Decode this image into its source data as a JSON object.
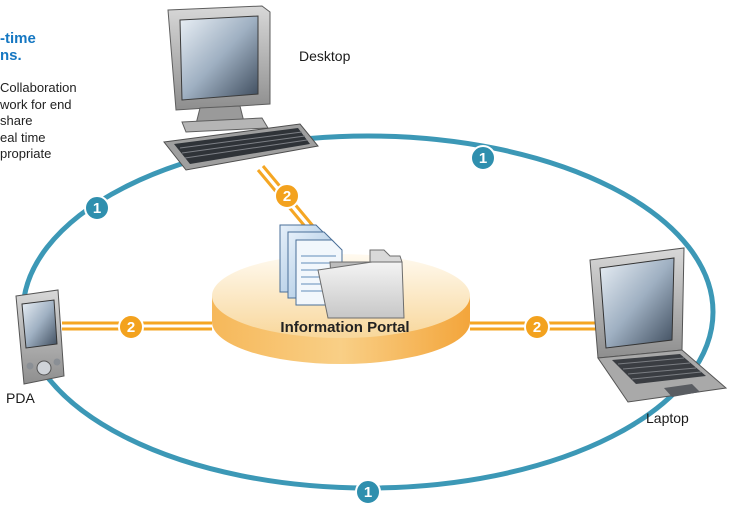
{
  "side_text": {
    "title_lines": [
      "-time",
      "ns."
    ],
    "body_lines": [
      "Collaboration",
      "work for end",
      "share",
      "eal time",
      "propriate"
    ]
  },
  "devices": {
    "desktop_label": "Desktop",
    "laptop_label": "Laptop",
    "pda_label": "PDA"
  },
  "portal": {
    "label": "Information Portal"
  },
  "markers": {
    "ring_number": "1",
    "link_number": "2"
  },
  "colors": {
    "ring": "#3c98b6",
    "link": "#f5a623",
    "marker": "#f3a21e",
    "ring_marker": "#2f8fae",
    "title": "#1577c2"
  },
  "icons": [
    "desktop-computer-icon",
    "laptop-icon",
    "pda-icon",
    "documents-icon",
    "folder-icon"
  ]
}
